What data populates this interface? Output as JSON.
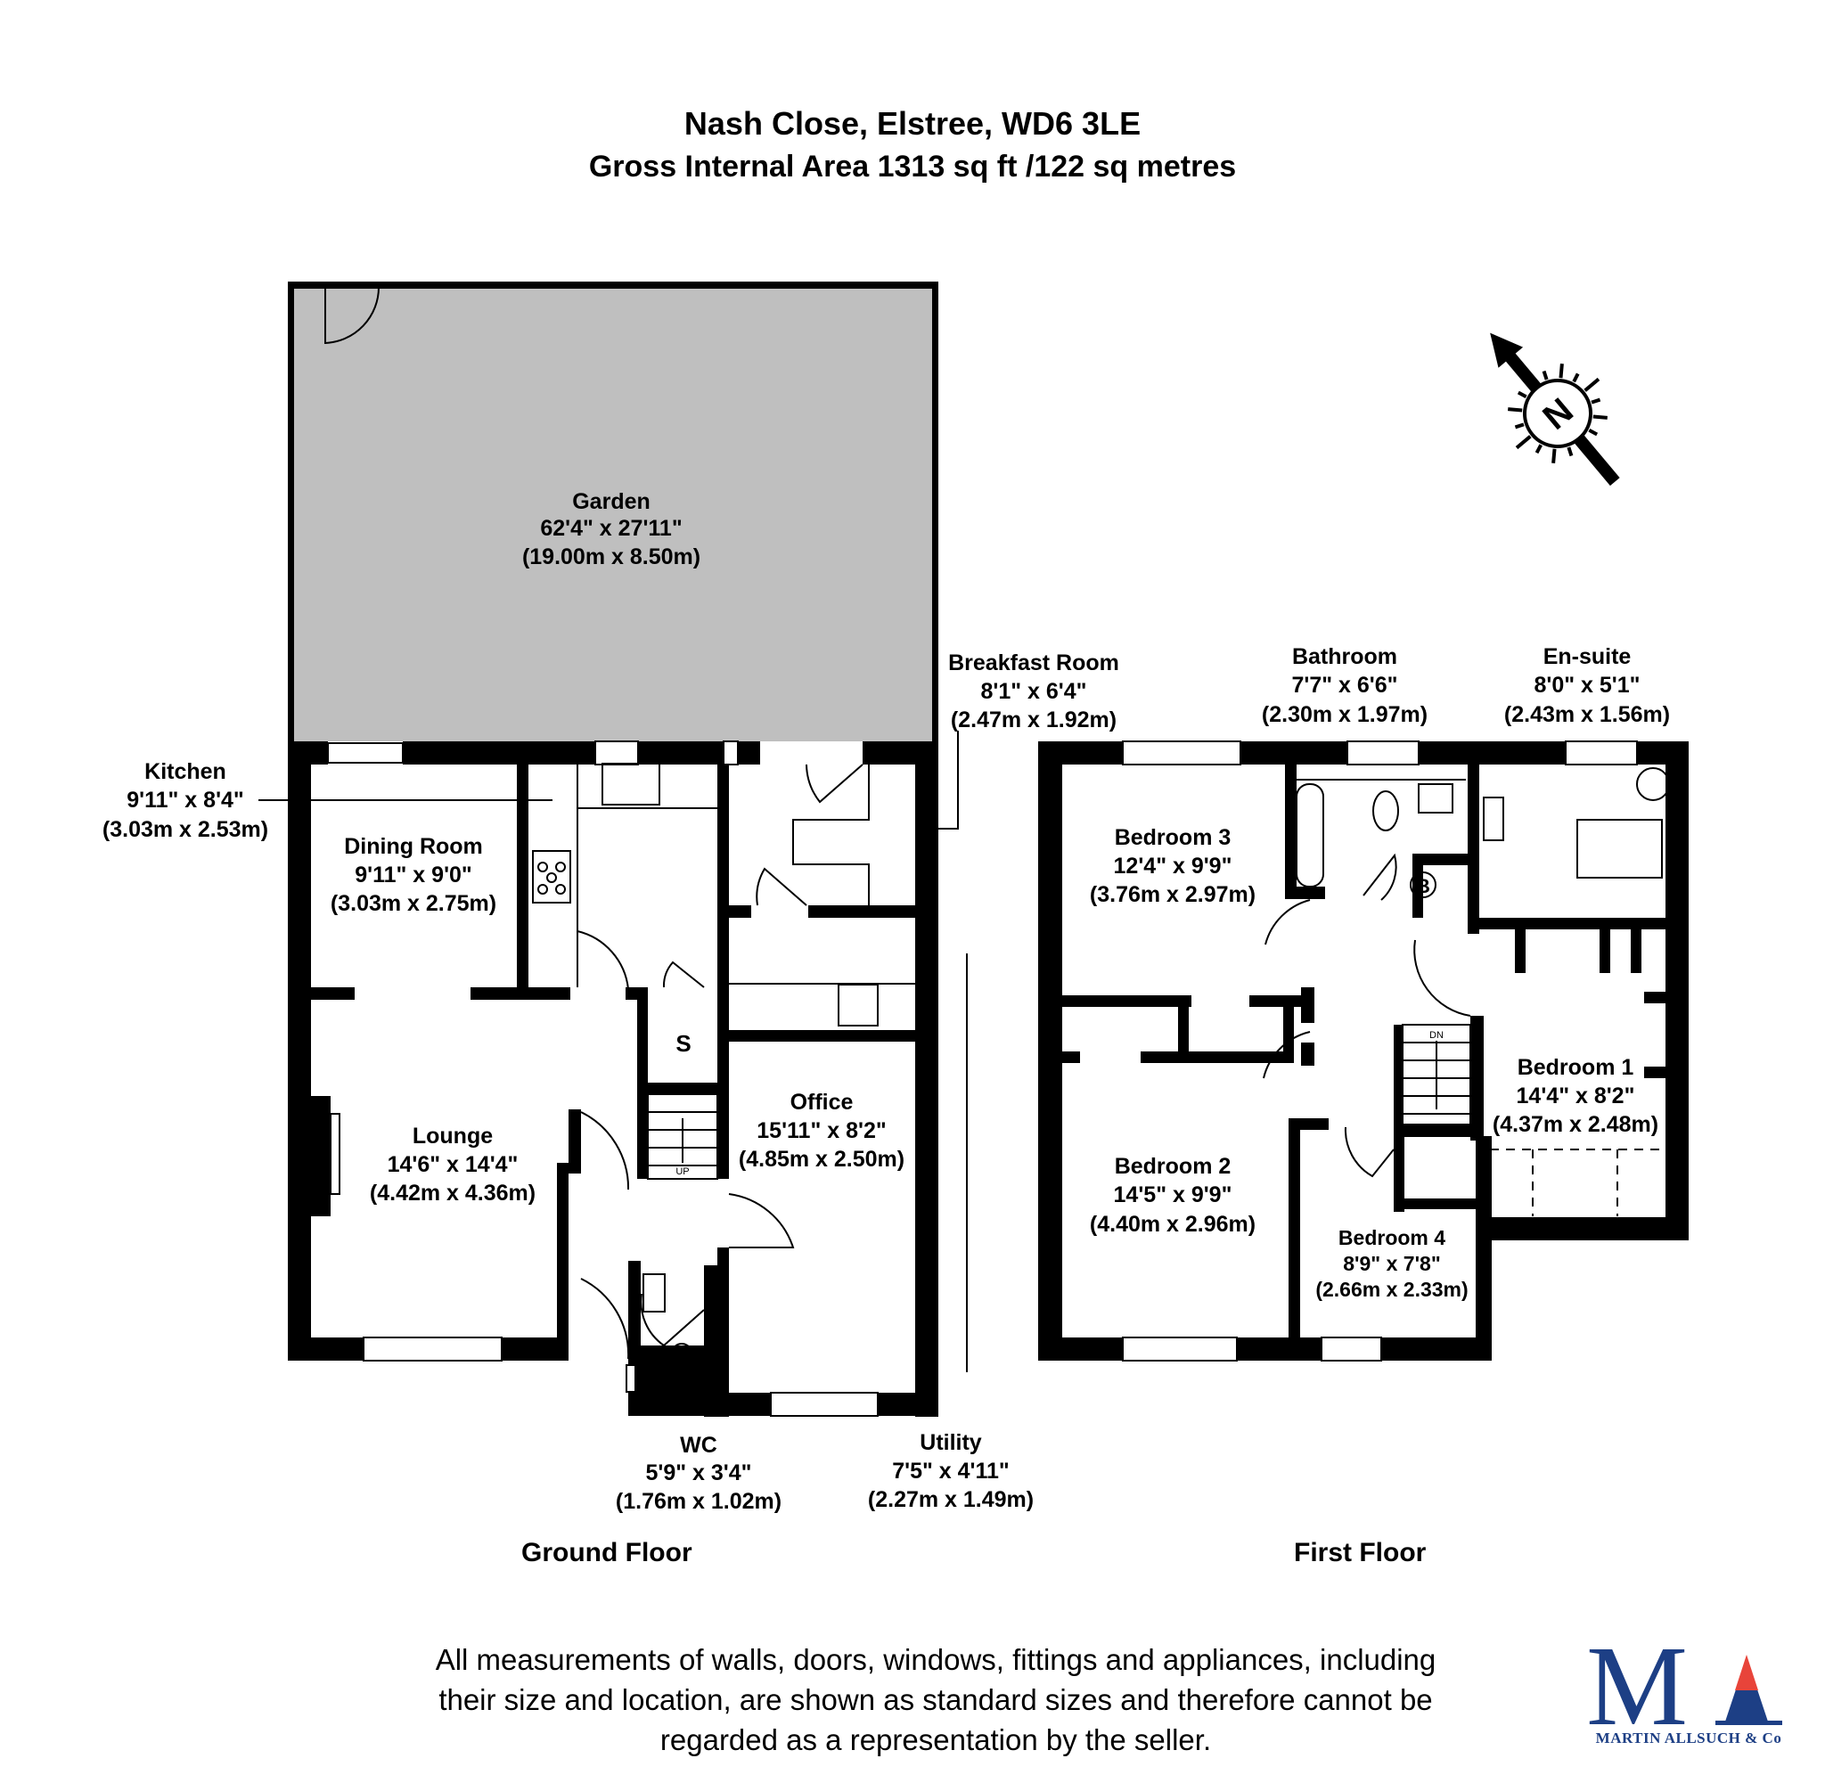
{
  "header": {
    "address": "Nash Close, Elstree, WD6 3LE",
    "area": "Gross Internal Area 1313 sq ft /122 sq metres"
  },
  "compass": {
    "icon": "north-arrow-compass-icon",
    "letter": "N"
  },
  "ground_floor": {
    "label": "Ground Floor",
    "rooms": {
      "garden": {
        "name": "Garden",
        "imperial": "62'4\" x 27'11\"",
        "metric": "(19.00m x 8.50m)"
      },
      "kitchen": {
        "name": "Kitchen",
        "imperial": "9'11\" x 8'4\"",
        "metric": "(3.03m x 2.53m)"
      },
      "dining": {
        "name": "Dining Room",
        "imperial": "9'11\" x 9'0\"",
        "metric": "(3.03m x 2.75m)"
      },
      "breakfast": {
        "name": "Breakfast Room",
        "imperial": "8'1\" x 6'4\"",
        "metric": "(2.47m x 1.92m)"
      },
      "lounge": {
        "name": "Lounge",
        "imperial": "14'6\" x 14'4\"",
        "metric": "(4.42m x 4.36m)"
      },
      "office": {
        "name": "Office",
        "imperial": "15'11\" x 8'2\"",
        "metric": "(4.85m x 2.50m)"
      },
      "wc": {
        "name": "WC",
        "imperial": "5'9\" x 3'4\"",
        "metric": "(1.76m x 1.02m)"
      },
      "utility": {
        "name": "Utility",
        "imperial": "7'5\" x 4'11\"",
        "metric": "(2.27m x 1.49m)"
      }
    },
    "markers": {
      "store": "S",
      "stairs": "UP"
    }
  },
  "first_floor": {
    "label": "First Floor",
    "rooms": {
      "bathroom": {
        "name": "Bathroom",
        "imperial": "7'7\" x 6'6\"",
        "metric": "(2.30m x 1.97m)"
      },
      "ensuite": {
        "name": "En-suite",
        "imperial": "8'0\" x 5'1\"",
        "metric": "(2.43m x 1.56m)"
      },
      "bedroom3": {
        "name": "Bedroom 3",
        "imperial": "12'4\" x 9'9\"",
        "metric": "(3.76m x 2.97m)"
      },
      "bedroom1": {
        "name": "Bedroom 1",
        "imperial": "14'4\" x 8'2\"",
        "metric": "(4.37m x 2.48m)"
      },
      "bedroom2": {
        "name": "Bedroom 2",
        "imperial": "14'5\" x 9'9\"",
        "metric": "(4.40m x 2.96m)"
      },
      "bedroom4": {
        "name": "Bedroom 4",
        "imperial": "8'9\" x 7'8\"",
        "metric": "(2.66m x 2.33m)"
      }
    },
    "markers": {
      "boiler": "B",
      "stairs": "DN"
    }
  },
  "disclaimer": {
    "line1": "All measurements of walls, doors, windows, fittings and appliances, including",
    "line2": "their size and location, are shown as standard sizes and therefore cannot be",
    "line3": "regarded as a representation by the seller."
  },
  "logo": {
    "letters_m": "M",
    "letters_a": "A",
    "company": "MARTIN ALLSUCH & Co",
    "colors": {
      "navy": "#1d3f85",
      "red": "#e8443a"
    }
  },
  "colors": {
    "garden_fill": "#bfbfbf",
    "wall": "#000000",
    "background": "#ffffff"
  }
}
